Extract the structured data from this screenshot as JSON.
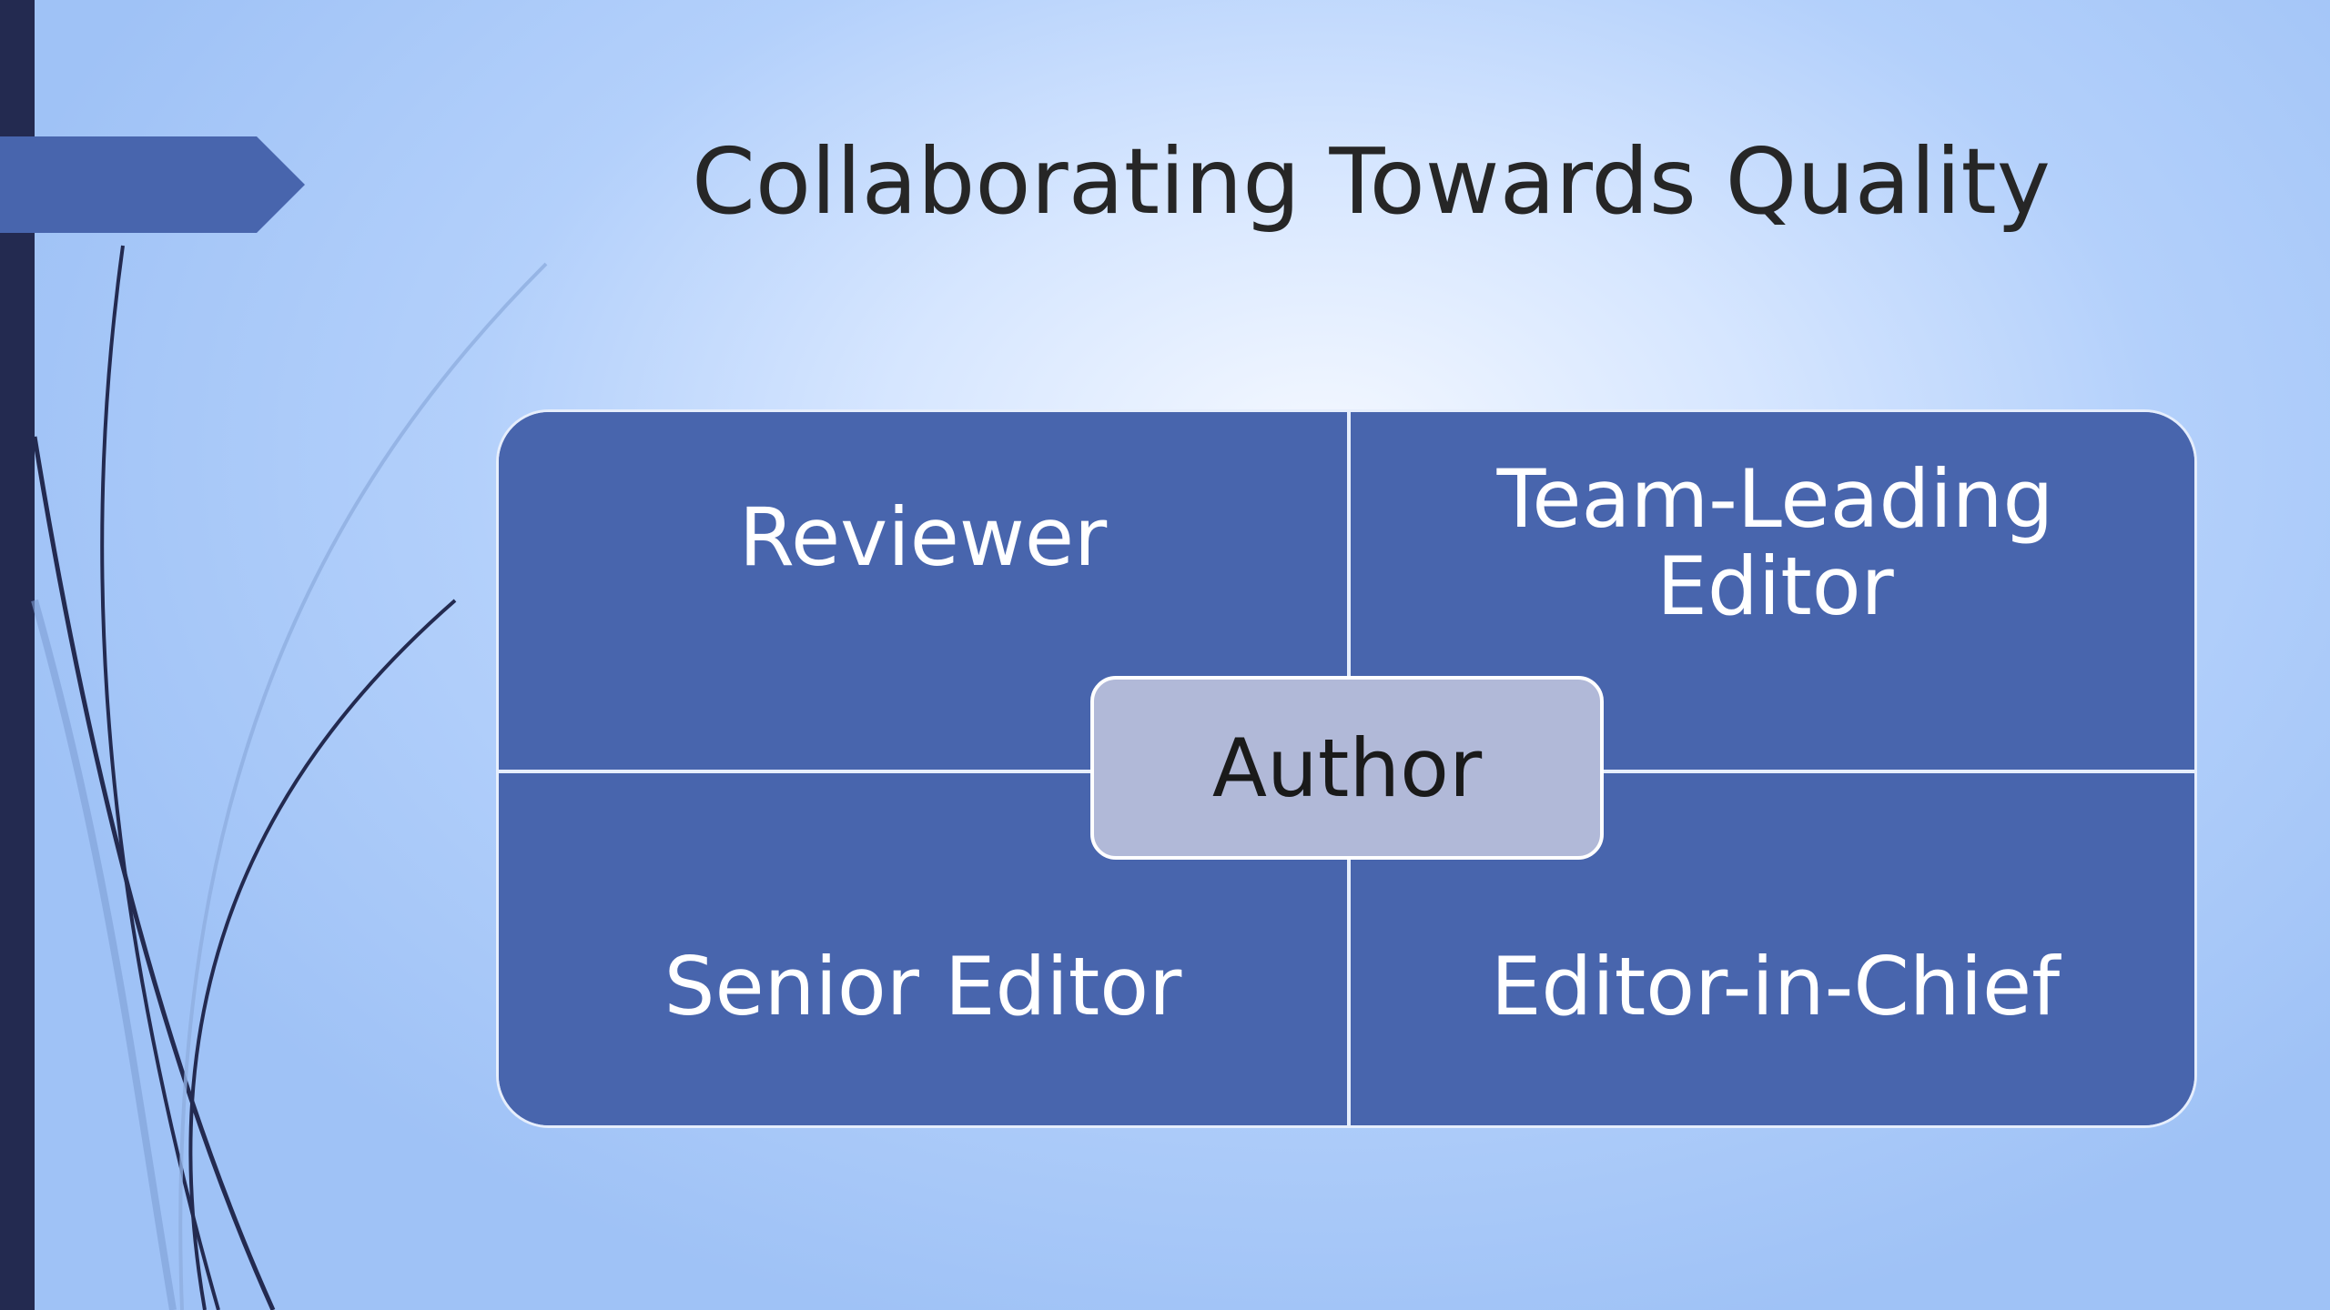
{
  "slide": {
    "title": "Collaborating Towards Quality"
  },
  "matrix": {
    "center": "Author",
    "quadrants": {
      "top_left": "Reviewer",
      "top_right_line1": "Team-Leading",
      "top_right_line2": "Editor",
      "bottom_left": "Senior Editor",
      "bottom_right": "Editor-in-Chief"
    }
  },
  "colors": {
    "quadrant_fill": "#4865ad",
    "center_fill": "#b1b9d8",
    "left_bar": "#232a50",
    "ribbon": "#4865ad"
  }
}
